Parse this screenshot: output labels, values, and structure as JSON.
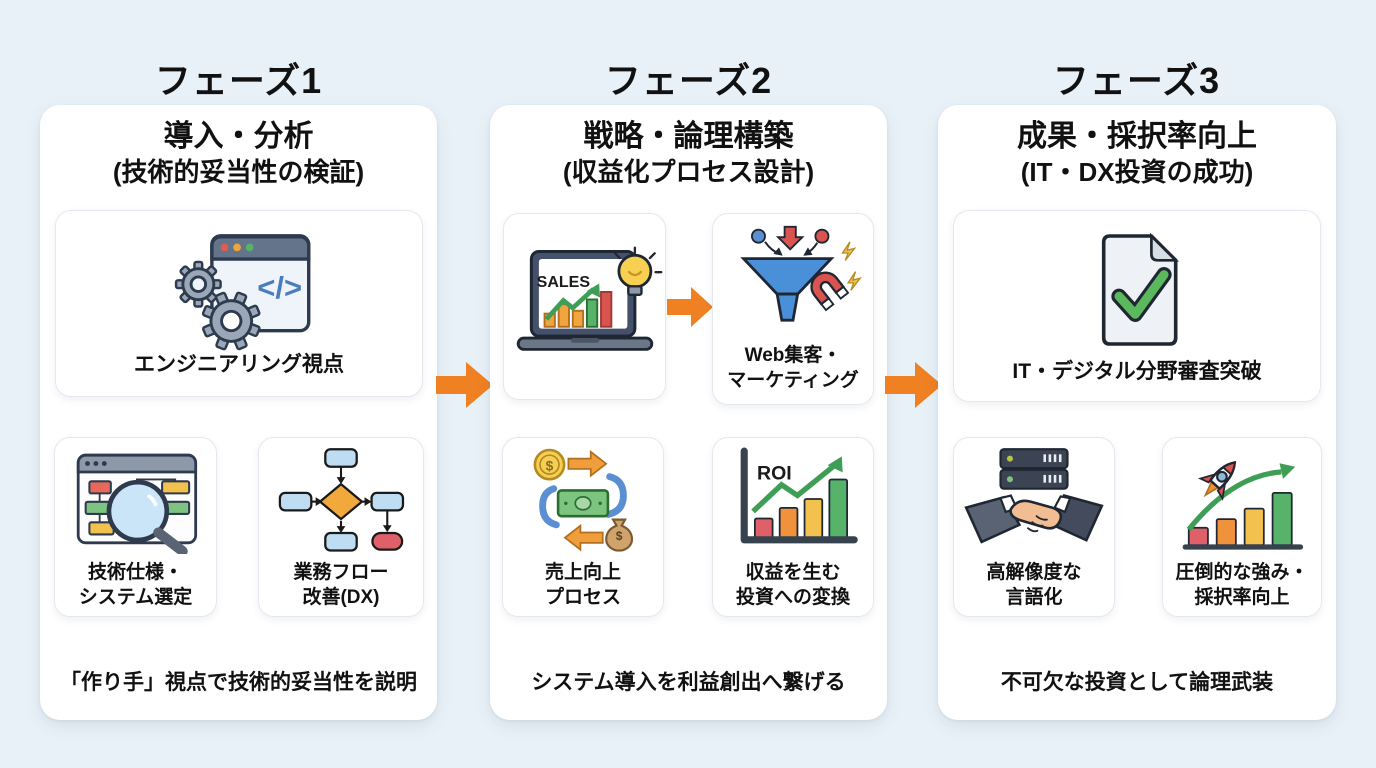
{
  "colors": {
    "background": "#e9f1f8",
    "card": "#ffffff",
    "accent_arrow": "#f08122",
    "text": "#111111"
  },
  "icon_text": {
    "sales": "SALES",
    "roi": "ROI",
    "code": "</>",
    "dollar_coin": "$",
    "dollar_bag": "$"
  },
  "phases": [
    {
      "header": "フェーズ1",
      "title_line1": "導入・分析",
      "title_line2": "(技術的妥当性の検証)",
      "main_card": {
        "label": "エンジニアリング視点",
        "icon": "browser-code-gears"
      },
      "left_card": {
        "label_line1": "技術仕様・",
        "label_line2": "システム選定",
        "icon": "browser-magnifier"
      },
      "right_card": {
        "label_line1": "業務フロー",
        "label_line2": "改善(DX)",
        "icon": "flowchart"
      },
      "footer": "「作り手」視点で技術的妥当性を説明"
    },
    {
      "header": "フェーズ2",
      "title_line1": "戦略・論理構築",
      "title_line2": "(収益化プロセス設計)",
      "top_left_card": {
        "icon": "sales-laptop-bulb"
      },
      "top_right_card": {
        "label_line1": "Web集客・",
        "label_line2": "マーケティング",
        "icon": "funnel-magnet"
      },
      "left_card": {
        "label_line1": "売上向上",
        "label_line2": "プロセス",
        "icon": "money-cycle"
      },
      "right_card": {
        "label_line1": "収益を生む",
        "label_line2": "投資への変換",
        "icon": "roi-growth-chart"
      },
      "footer": "システム導入を利益創出へ繋げる"
    },
    {
      "header": "フェーズ3",
      "title_line1": "成果・採択率向上",
      "title_line2": "(IT・DX投資の成功)",
      "main_card": {
        "label": "IT・デジタル分野審査突破",
        "icon": "document-checkmark"
      },
      "left_card": {
        "label_line1": "高解像度な",
        "label_line2": "言語化",
        "icon": "handshake-server"
      },
      "right_card": {
        "label_line1": "圧倒的な強み・",
        "label_line2": "採択率向上",
        "icon": "rocket-growth-chart"
      },
      "footer": "不可欠な投資として論理武装"
    }
  ]
}
